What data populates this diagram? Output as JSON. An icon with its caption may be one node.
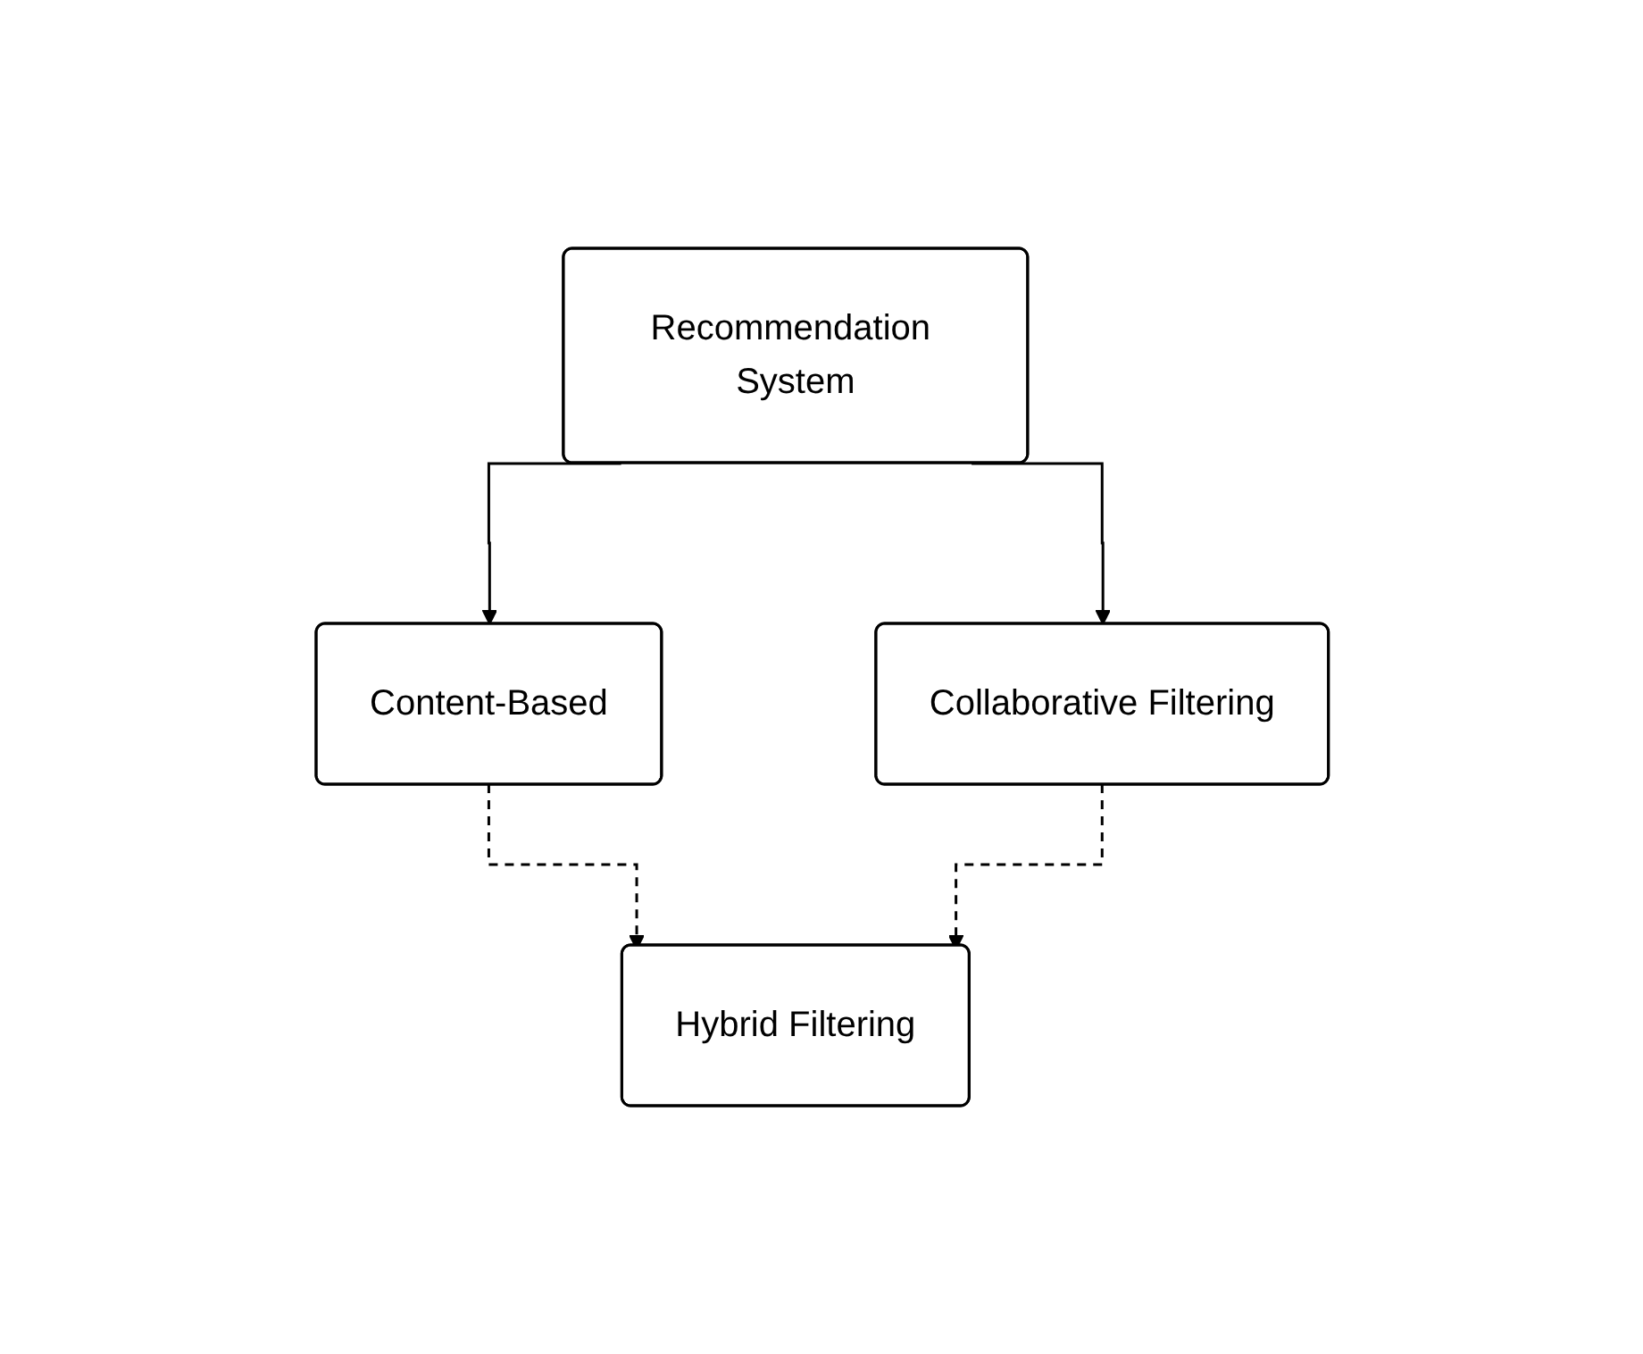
{
  "diagram": {
    "nodes": [
      {
        "text": [
          "Recommendation System"
        ]
      },
      {
        "text": [
          "Content-Based"
        ]
      },
      {
        "text": [
          "Collaborative Filtering"
        ]
      },
      {
        "text": [
          "Hybrid Filtering"
        ]
      }
    ],
    "edges": [
      {
        "from": 0,
        "to": 1,
        "arrow": "to"
      },
      {
        "from": 0,
        "to": 2,
        "arrow": "to"
      },
      {
        "from": 1,
        "to": 3,
        "arrow": "to",
        "style": "dashed"
      },
      {
        "from": 2,
        "to": 3,
        "arrow": "to",
        "style": "dashed"
      }
    ]
  }
}
